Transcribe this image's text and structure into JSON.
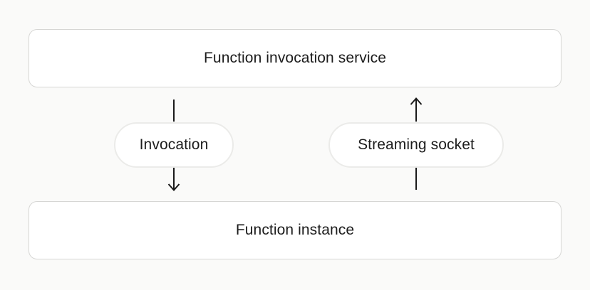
{
  "diagram": {
    "top_node": {
      "label": "Function invocation service"
    },
    "bottom_node": {
      "label": "Function instance"
    },
    "edges": [
      {
        "label": "Invocation",
        "direction": "down",
        "from": "Function invocation service",
        "to": "Function instance"
      },
      {
        "label": "Streaming socket",
        "direction": "up",
        "from": "Function instance",
        "to": "Function invocation service"
      }
    ],
    "colors": {
      "background": "#fafaf9",
      "node_fill": "#ffffff",
      "node_border": "#d6d6d4",
      "pill_border": "#ebebe9",
      "text": "#1c1c1c",
      "arrow": "#1a1a1a"
    }
  }
}
